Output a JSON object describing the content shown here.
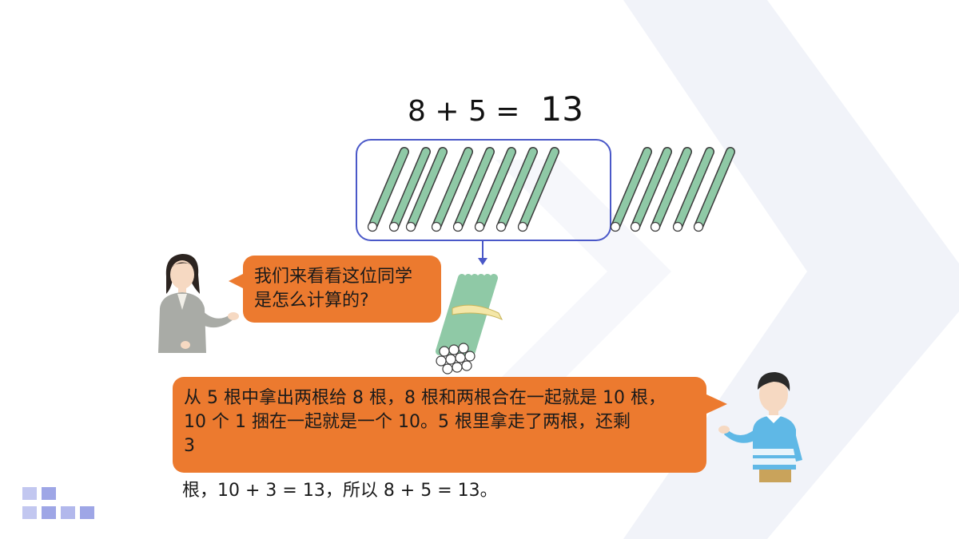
{
  "equation": {
    "expression": "8 + 5 =",
    "answer": "13"
  },
  "sticks": {
    "boxed_count": 8,
    "outside_count": 5,
    "bundle_count": 10
  },
  "teacher_bubble": {
    "lines": [
      "我们来看看这位同学",
      "是怎么计算的?"
    ]
  },
  "student_bubble": {
    "lines": [
      "从 5 根中拿出两根给 8 根，8 根和两根合在一起就是 10 根，",
      "10 个 1 捆在一起就是一个 10。5 根里拿走了两根，还剩",
      "3"
    ],
    "tail": "根，10 + 3 = 13，所以 8 + 5 = 13。"
  },
  "colors": {
    "accent_orange": "#ec7a2f",
    "stick_green": "#8fc9a6",
    "box_blue": "#4a58c8",
    "logo_purple": "#9ea6e6"
  }
}
